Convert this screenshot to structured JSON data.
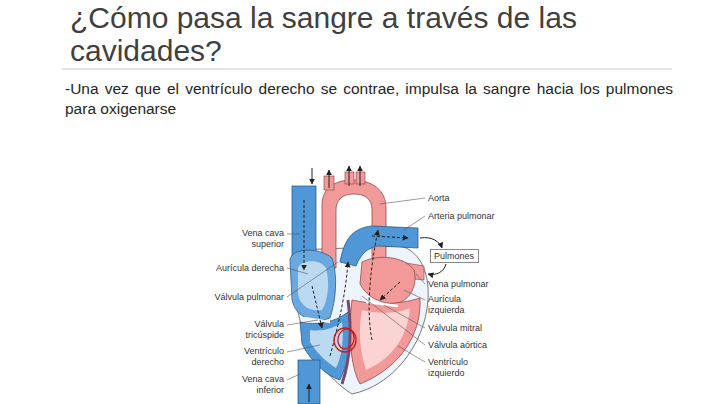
{
  "diagram": {
    "title": "¿Cómo pasa la sangre a través de las cavidades?",
    "nodes": [
      {
        "text": [
          "Pulmones"
        ]
      }
    ],
    "labels": [
      "-Una vez que el ventrículo derecho se contrae, impulsa la sangre hacia los pulmones para oxigenarse",
      "Vena cava superior",
      "Aurícula derecha",
      "Válvula pulmonar",
      "Válvula tricúspide",
      "Ventrículo derecho",
      "Vena cava inferior",
      "Aorta",
      "Arteria pulmonar",
      "Vena pulmonar",
      "Aurícula izquierda",
      "Válvula mitral",
      "Válvula aórtica",
      "Ventrículo izquierdo"
    ]
  }
}
